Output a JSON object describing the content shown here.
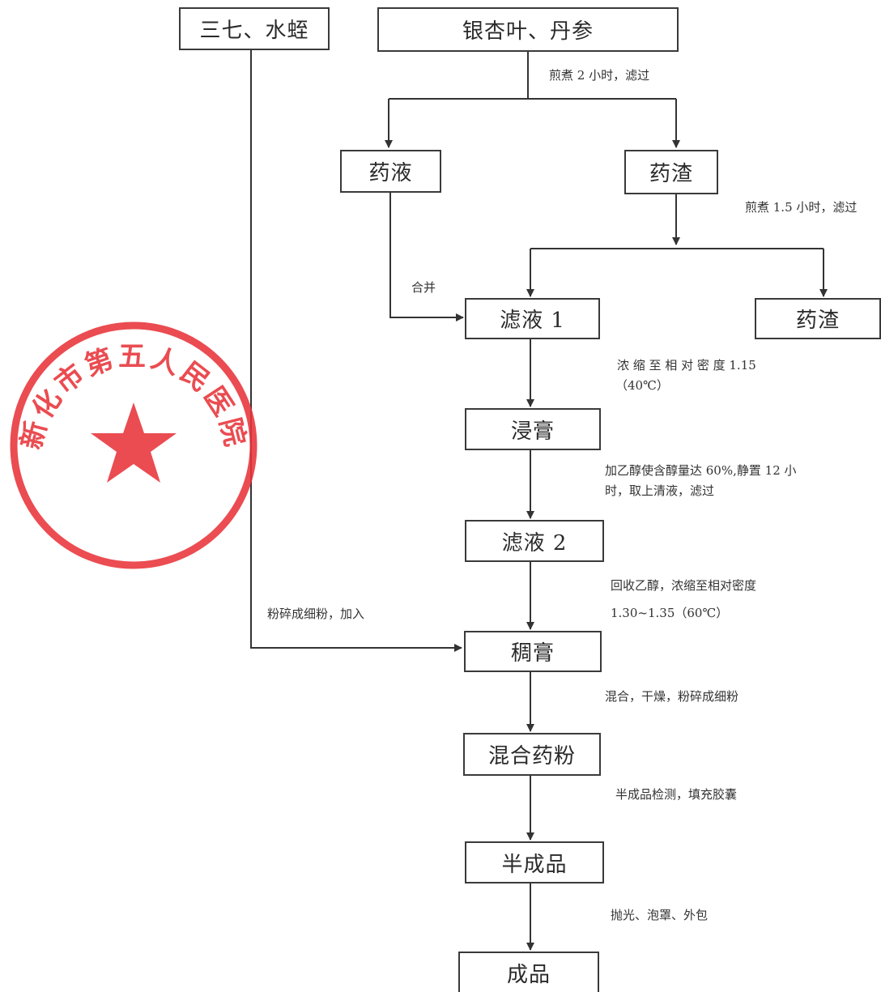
{
  "nodes": {
    "herbs_a": "三七、水蛭",
    "herbs_b": "银杏叶、丹参",
    "liquid": "药液",
    "residue_1": "药渣",
    "filtrate_1": "滤液 1",
    "residue_2": "药渣",
    "extract": "浸膏",
    "filtrate_2": "滤液 2",
    "thick_paste": "稠膏",
    "mixed_powder": "混合药粉",
    "semi_product": "半成品",
    "product": "成品"
  },
  "notes": {
    "decoct_2h": "煎煮 2 小时，滤过",
    "decoct_1_5h": "煎煮 1.5 小时，滤过",
    "merge": "合并",
    "concentrate_1_line1": "浓 缩 至 相 对 密 度  1.15",
    "concentrate_1_line2": "（40℃）",
    "ethanol_line1": "加乙醇使含醇量达 60%,静置 12 小",
    "ethanol_line2": "时，取上清液，滤过",
    "recover_line1": "回收乙醇，浓缩至相对密度",
    "recover_line2": "1.30~1.35（60℃）",
    "pulverize_add": "粉碎成细粉，加入",
    "mix_dry": "混合，干燥，粉碎成细粉",
    "inspect_fill": "半成品检测，填充胶囊",
    "polish_pack": "抛光、泡罩、外包"
  },
  "stamp": {
    "text": "新化市第五人民医院",
    "color": "#e8343a"
  }
}
